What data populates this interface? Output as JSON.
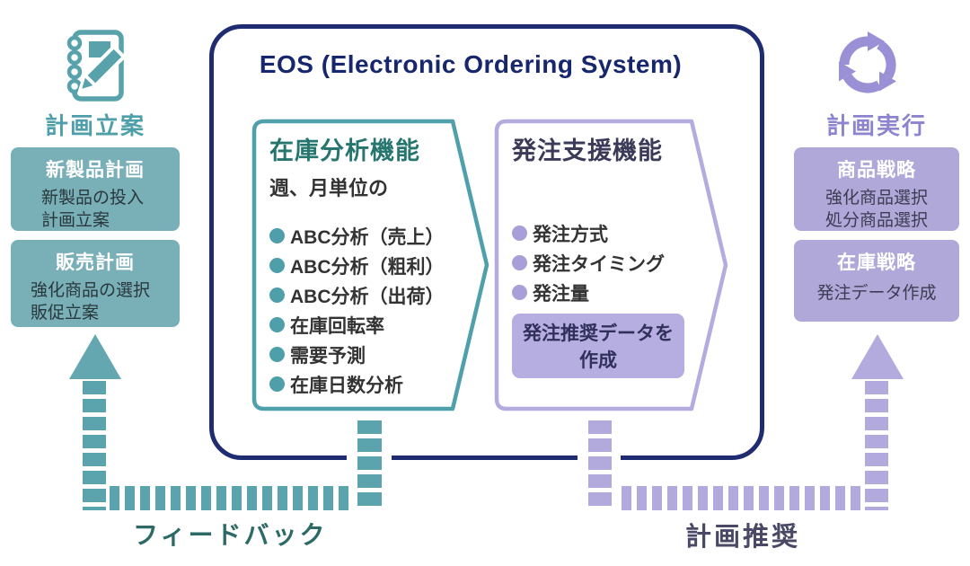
{
  "palette": {
    "teal": "#4f9faa",
    "teal_box_bg": "#79afb7",
    "teal_dash": "#5ba4ad",
    "teal_label": "#4f9faa",
    "feedback_text": "#2d6a66",
    "navy": "#1f2c72",
    "purple_border": "#b4abde",
    "purple_box_bg": "#b1a8da",
    "purple_dash": "#b2a9dc",
    "purple_icon": "#9a90d6",
    "purple_label": "#8d84cf",
    "recommend_text": "#494966",
    "body_text": "#333333"
  },
  "left_column": {
    "icon": "notebook-pencil-icon",
    "label": "計画立案",
    "boxes": [
      {
        "title": "新製品計画",
        "lines": [
          "新製品の投入",
          "計画立案"
        ]
      },
      {
        "title": "販売計画",
        "lines": [
          "強化商品の選択",
          "販促立案"
        ]
      }
    ]
  },
  "right_column": {
    "icon": "cycle-arrows-icon",
    "label": "計画実行",
    "boxes": [
      {
        "title": "商品戦略",
        "lines": [
          "強化商品選択",
          "処分商品選択"
        ]
      },
      {
        "title": "在庫戦略",
        "lines": [
          "発注データ作成"
        ]
      }
    ]
  },
  "eos": {
    "title": "EOS (Electronic Ordering System)",
    "inventory_panel": {
      "title": "在庫分析機能",
      "subtitle": "週、月単位の",
      "items": [
        "ABC分析（売上）",
        "ABC分析（粗利）",
        "ABC分析（出荷）",
        "在庫回転率",
        "需要予測",
        "在庫日数分析"
      ]
    },
    "ordering_panel": {
      "title": "発注支援機能",
      "items": [
        "発注方式",
        "発注タイミング",
        "発注量"
      ],
      "callout_lines": [
        "発注推奨データを",
        "作成"
      ]
    }
  },
  "flows": {
    "feedback_label": "フィードバック",
    "recommendation_label": "計画推奨"
  }
}
